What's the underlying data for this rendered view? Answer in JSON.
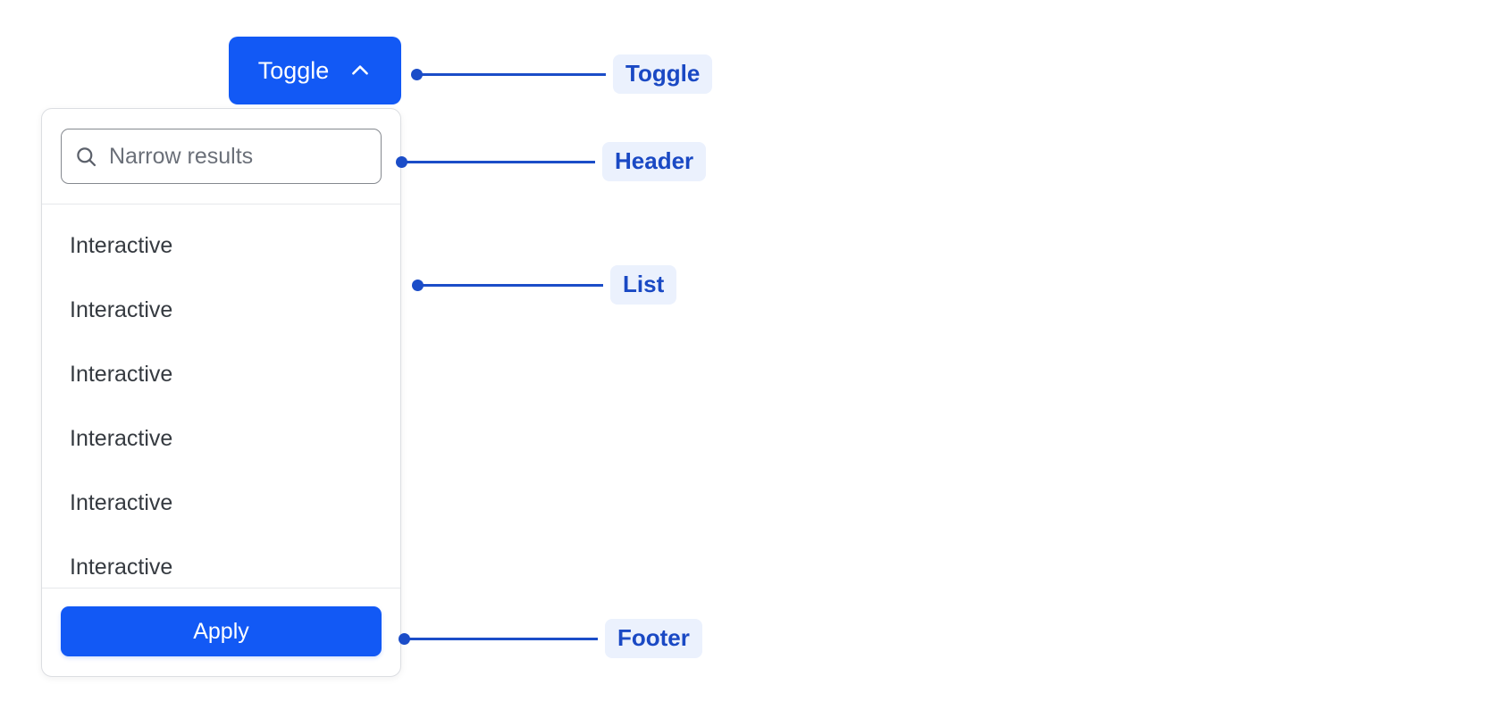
{
  "accent": {
    "primary_blue": "#1259F5",
    "annotation_blue": "#1B4DC8",
    "badge_text": "#1A49C4",
    "badge_bg": "#EBF1FD",
    "text_dark": "#353A40",
    "border_gray": "#DCDEE2",
    "input_border": "#85898F"
  },
  "toggle": {
    "label": "Toggle",
    "icon": "chevron-up-icon",
    "state": "expanded"
  },
  "dropdown": {
    "header": {
      "search": {
        "icon": "search-icon",
        "placeholder": "Narrow results",
        "value": ""
      }
    },
    "list": {
      "items": [
        {
          "label": "Interactive"
        },
        {
          "label": "Interactive"
        },
        {
          "label": "Interactive"
        },
        {
          "label": "Interactive"
        },
        {
          "label": "Interactive"
        },
        {
          "label": "Interactive"
        }
      ]
    },
    "footer": {
      "apply_label": "Apply"
    }
  },
  "annotations": [
    {
      "label": "Toggle"
    },
    {
      "label": "Header"
    },
    {
      "label": "List"
    },
    {
      "label": "Footer"
    }
  ]
}
